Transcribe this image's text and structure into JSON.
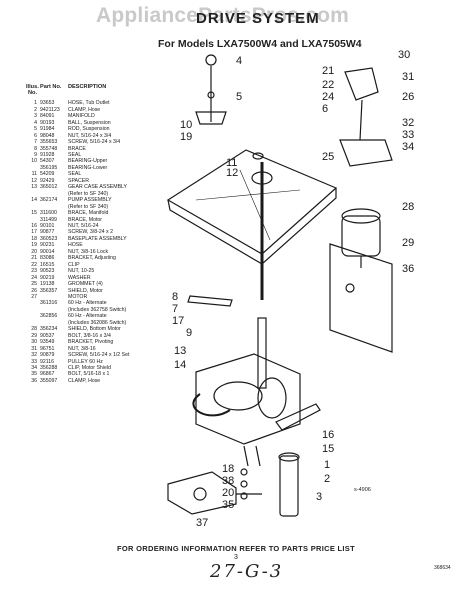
{
  "watermark": "AppliancePartsPros.com",
  "title": "DRIVE SYSTEM",
  "subtitle": "For Models LXA7500W4 and LXA7505W4",
  "parts_header": {
    "col1": "Illus. No.",
    "col2": "Part No.",
    "col3": "DESCRIPTION"
  },
  "parts": [
    {
      "no": "1",
      "part": "93653",
      "desc": "HOSE, Tub Outlet"
    },
    {
      "no": "2",
      "part": "9421123",
      "desc": "CLAMP, Hose"
    },
    {
      "no": "3",
      "part": "84091",
      "desc": "MANIFOLD"
    },
    {
      "no": "4",
      "part": "90193",
      "desc": "BALL, Suspension"
    },
    {
      "no": "5",
      "part": "91984",
      "desc": "ROD, Suspension"
    },
    {
      "no": "6",
      "part": "98048",
      "desc": "NUT, 5/16-24 x 3/4"
    },
    {
      "no": "7",
      "part": "355653",
      "desc": "SCREW, 5/16-24 x 3/4"
    },
    {
      "no": "8",
      "part": "355748",
      "desc": "BRACE"
    },
    {
      "no": "9",
      "part": "91928",
      "desc": "SEAL"
    },
    {
      "no": "10",
      "part": "54307",
      "desc": "BEARING-Upper"
    },
    {
      "no": "",
      "part": "356195",
      "desc": "BEARING-Lower"
    },
    {
      "no": "11",
      "part": "54209",
      "desc": "SEAL"
    },
    {
      "no": "12",
      "part": "92429",
      "desc": "SPACER"
    },
    {
      "no": "13",
      "part": "365012",
      "desc": "GEAR CASE ASSEMBLY"
    },
    {
      "no": "",
      "part": "",
      "desc": "(Refer to SF 340)"
    },
    {
      "no": "14",
      "part": "362174",
      "desc": "PUMP ASSEMBLY"
    },
    {
      "no": "",
      "part": "",
      "desc": "(Refer to SF 340)"
    },
    {
      "no": "15",
      "part": "311600",
      "desc": "BRACE, Manifold"
    },
    {
      "no": "",
      "part": "311499",
      "desc": "BRACE, Motor"
    },
    {
      "no": "16",
      "part": "90101",
      "desc": "NUT, 5/16-24"
    },
    {
      "no": "17",
      "part": "90877",
      "desc": "SCREW, 3/8-24 x 2"
    },
    {
      "no": "18",
      "part": "360523",
      "desc": "BASEPLATE ASSEMBLY"
    },
    {
      "no": "19",
      "part": "90231",
      "desc": "HOSE"
    },
    {
      "no": "20",
      "part": "90014",
      "desc": "NUT, 3/8-16 Lock"
    },
    {
      "no": "21",
      "part": "83086",
      "desc": "BRACKET, Adjusting"
    },
    {
      "no": "22",
      "part": "16515",
      "desc": "CLIP"
    },
    {
      "no": "23",
      "part": "90523",
      "desc": "NUT, 10-25"
    },
    {
      "no": "24",
      "part": "90219",
      "desc": "WASHER"
    },
    {
      "no": "25",
      "part": "19138",
      "desc": "GROMMET (4)"
    },
    {
      "no": "26",
      "part": "356357",
      "desc": "SHIELD, Motor"
    },
    {
      "no": "27",
      "part": "",
      "desc": "MOTOR"
    },
    {
      "no": "",
      "part": "361316",
      "desc": "60 Hz - Alternate"
    },
    {
      "no": "",
      "part": "",
      "desc": "(Includes 362758 Switch)"
    },
    {
      "no": "",
      "part": "362856",
      "desc": "60 Hz - Alternate"
    },
    {
      "no": "",
      "part": "",
      "desc": "(Includes 362086 Switch)"
    },
    {
      "no": "28",
      "part": "356234",
      "desc": "SHIELD, Bottom Motor"
    },
    {
      "no": "29",
      "part": "90537",
      "desc": "BOLT, 3/8-16 x 3/4"
    },
    {
      "no": "30",
      "part": "93549",
      "desc": "BRACKET, Pivoting"
    },
    {
      "no": "31",
      "part": "96751",
      "desc": "NUT, 3/8-16"
    },
    {
      "no": "32",
      "part": "90879",
      "desc": "SCREW, 5/16-24 x 1/2 Set"
    },
    {
      "no": "33",
      "part": "92116",
      "desc": "PULLEY 60 Hz"
    },
    {
      "no": "34",
      "part": "356288",
      "desc": "CLIP, Motor Shield"
    },
    {
      "no": "35",
      "part": "96867",
      "desc": "BOLT, 5/16-18 x 1"
    },
    {
      "no": "36",
      "part": "355097",
      "desc": "CLAMP, Hose"
    }
  ],
  "callouts": [
    "30",
    "4",
    "21",
    "31",
    "22",
    "24",
    "5",
    "6",
    "26",
    "32",
    "10",
    "19",
    "33",
    "34",
    "25",
    "11",
    "12",
    "28",
    "29",
    "36",
    "8",
    "7",
    "17",
    "9",
    "13",
    "14",
    "16",
    "15",
    "1",
    "2",
    "18",
    "38",
    "20",
    "35",
    "37",
    "3"
  ],
  "fig_note": "s-4906",
  "footer_text": "FOR ORDERING INFORMATION REFER TO PARTS PRICE LIST",
  "page_number": "3",
  "sheet_ref": "27-G-3",
  "doc_code": "368634"
}
